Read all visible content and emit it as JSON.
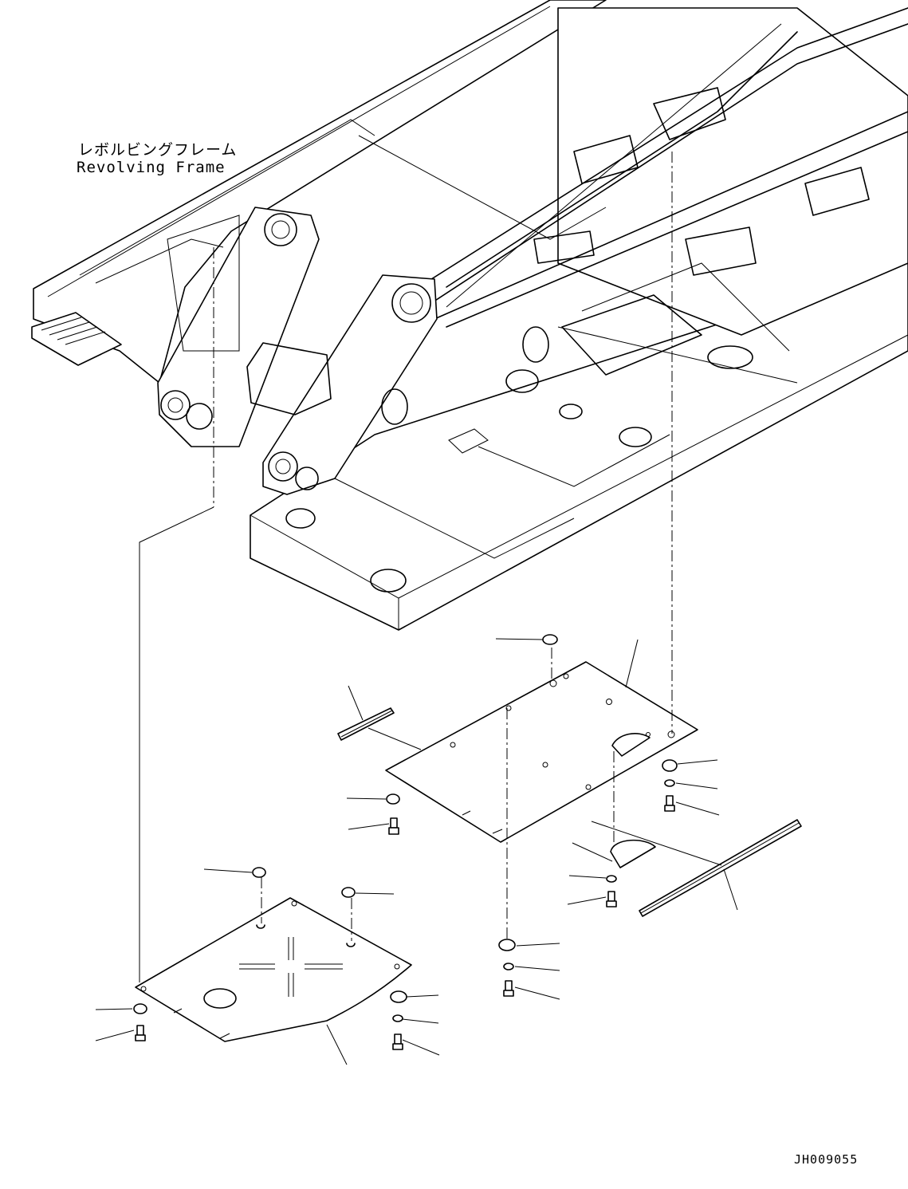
{
  "frame_label": {
    "japanese": "レボルビングフレーム",
    "english": "Revolving Frame"
  },
  "drawing_id": "JH009055"
}
